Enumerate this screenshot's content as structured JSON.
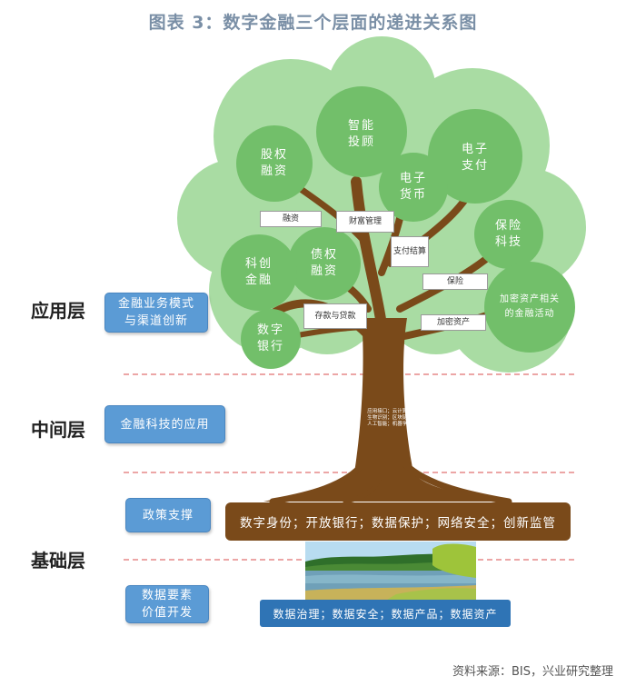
{
  "title": "图表 3：数字金融三个层面的递进关系图",
  "layers": {
    "application": "应用层",
    "middle": "中间层",
    "foundation": "基础层"
  },
  "side_boxes": {
    "biz_model": "金融业务模式与渠道创新",
    "fintech_app": "金融科技的应用",
    "policy": "政策支撑",
    "data_value": "数据要素价值开发"
  },
  "leaves": {
    "equity": "股权融资",
    "advisor": "智能投顾",
    "epay": "电子支付",
    "ecash": "电子货币",
    "insure_tech": "保险科技",
    "crypto_finance": "加密资产相关的金融活动",
    "debt": "债权融资",
    "tech_finance": "科创金融",
    "digital_bank": "数字银行"
  },
  "tags": {
    "financing": "融资",
    "wealth": "财富管理",
    "payment": "支付结算",
    "insurance": "保险",
    "crypto": "加密资产",
    "deposit": "存款与贷款"
  },
  "trunk_text": "应用接口；云计算；生物识别；区块链；人工智能；机器学习",
  "brown_bar": "数字身份；开放银行；数据保护；网络安全；创新监管",
  "blue_bar": "数据治理；数据安全；数据产品；数据资产",
  "source": "资料来源：BIS，兴业研究整理",
  "colors": {
    "canopy": "#a9dca3",
    "leaf": "#72bf6a",
    "trunk": "#7a4a1a",
    "dashed": "#e07070",
    "blue_box": "#5b9bd5",
    "blue_bar": "#2f74b5"
  }
}
